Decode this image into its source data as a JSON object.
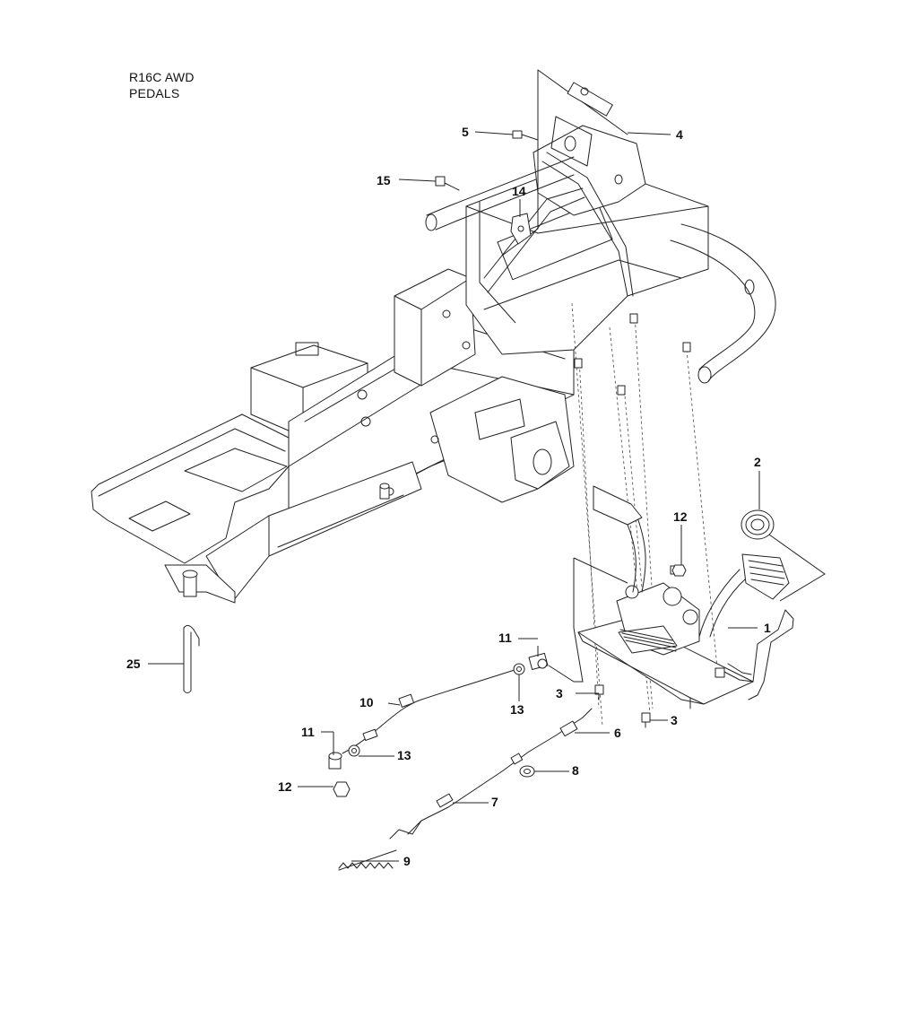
{
  "title": {
    "model": "R16C AWD",
    "section": "PEDALS"
  },
  "callouts": [
    {
      "id": "c1",
      "label": "1"
    },
    {
      "id": "c2",
      "label": "2"
    },
    {
      "id": "c3a",
      "label": "3"
    },
    {
      "id": "c3b",
      "label": "3"
    },
    {
      "id": "c4",
      "label": "4"
    },
    {
      "id": "c5",
      "label": "5"
    },
    {
      "id": "c6",
      "label": "6"
    },
    {
      "id": "c7",
      "label": "7"
    },
    {
      "id": "c8",
      "label": "8"
    },
    {
      "id": "c9",
      "label": "9"
    },
    {
      "id": "c10",
      "label": "10"
    },
    {
      "id": "c11a",
      "label": "11"
    },
    {
      "id": "c11b",
      "label": "11"
    },
    {
      "id": "c12a",
      "label": "12"
    },
    {
      "id": "c12b",
      "label": "12"
    },
    {
      "id": "c13a",
      "label": "13"
    },
    {
      "id": "c13b",
      "label": "13"
    },
    {
      "id": "c14",
      "label": "14"
    },
    {
      "id": "c15",
      "label": "15"
    },
    {
      "id": "c25",
      "label": "25"
    }
  ]
}
